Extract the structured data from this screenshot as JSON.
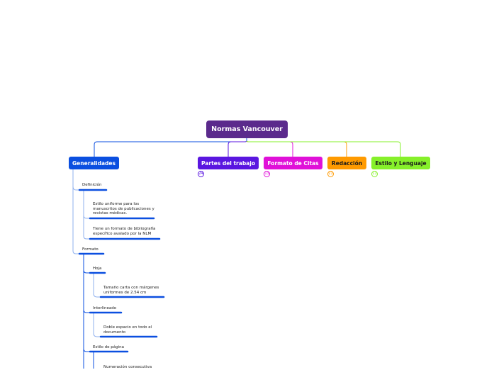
{
  "colors": {
    "central": "#5b2a8c",
    "generalidades": "#0b4fe0",
    "partes": "#5a16e0",
    "formato_citas": "#e010d8",
    "redaccion": "#ff9a00",
    "estilo": "#86f02a",
    "sub_line": "#0b4fe0",
    "connector": "#8fb0ee"
  },
  "central": {
    "label": "Normas Vancouver"
  },
  "main_topics": [
    {
      "label": "Generalidades"
    },
    {
      "label": "Partes del trabajo",
      "count": "24"
    },
    {
      "label": "Formato de Citas",
      "count": "13"
    },
    {
      "label": "Redacción",
      "count": "21"
    },
    {
      "label": "Estilo y Lenguaje",
      "count": "11"
    }
  ],
  "generalidades": {
    "definicion": {
      "label": "Definición",
      "children": [
        "Estilo uniforme para los manuscritos de publicaciones y revistas médicas.",
        "Tiene un formato de bibliografía específico avalado por la NLM"
      ]
    },
    "formato": {
      "label": "Formato",
      "hoja": {
        "label": "Hoja",
        "child": "Tamaño carta con márgenes uniformes de 2.54 cm"
      },
      "interlineado": {
        "label": "Interlineado",
        "child": "Doble espacio en todo el documento"
      },
      "estilo_pagina": {
        "label": "Estilo de página",
        "child": "Numeración consecutiva"
      }
    }
  }
}
